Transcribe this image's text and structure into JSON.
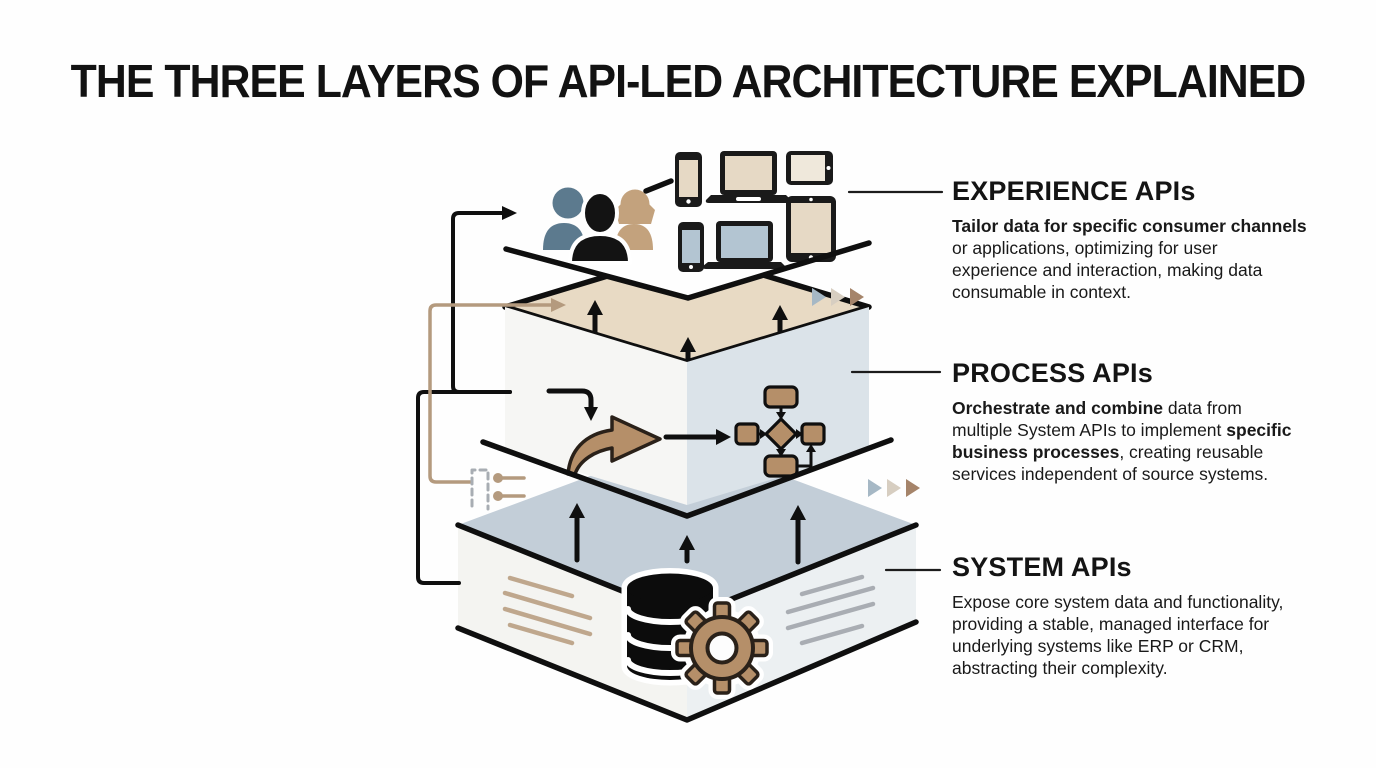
{
  "title": "THE THREE LAYERS OF API-LED ARCHITECTURE EXPLAINED",
  "layers": [
    {
      "id": "experience",
      "heading": "EXPERIENCE APIs",
      "body": [
        {
          "bold": true,
          "text": "Tailor data for specific consumer channels"
        },
        {
          "bold": false,
          "text": "\nor applications, optimizing for user\nexperience and interaction, making data\nconsumable in context."
        }
      ]
    },
    {
      "id": "process",
      "heading": "PROCESS APIs",
      "body": [
        {
          "bold": true,
          "text": "Orchestrate and combine"
        },
        {
          "bold": false,
          "text": " data from\nmultiple System APIs to implement "
        },
        {
          "bold": true,
          "text": "specific\nbusiness processes"
        },
        {
          "bold": false,
          "text": ", creating reusable\nservices independent of source systems."
        }
      ]
    },
    {
      "id": "system",
      "heading": "SYSTEM APIs",
      "body": [
        {
          "bold": false,
          "text": "Expose core system data and functionality,\nproviding a stable, managed interface for\nunderlying systems like ERP or CRM,\nabstracting their complexity."
        }
      ]
    }
  ],
  "icons": {
    "experience_layer": [
      "users-icon",
      "smartphone-icon",
      "laptop-icon",
      "tablet-icon"
    ],
    "process_layer": [
      "hook-arrow-icon",
      "swoosh-arrow-icon",
      "right-arrow-icon",
      "flowchart-icon"
    ],
    "system_layer": [
      "database-icon",
      "gear-icon"
    ]
  },
  "colors": {
    "ink": "#0f0f0f",
    "tanTop": "#e8dac4",
    "tanAccent": "#b58f69",
    "gearOutline": "#2a2119",
    "steelPerson": "#5c7a8e",
    "tanPerson": "#c3a27d",
    "faceWhite": "#f6f6f4",
    "faceBlue": "#dbe3e9",
    "systemTop": "#c3ced8",
    "sysFaceLeft": "#f4f4f1",
    "sysFaceRight": "#ecf0f2",
    "screenBeige": "#e6d9c5",
    "screenBlue": "#b3c5d2",
    "deviceDark": "#1a1a1a",
    "hashTan": "#bfa78d",
    "hashGray": "#a9adb3",
    "lineTan": "#b49a7e",
    "dashGray": "#a8adb3",
    "chevBlue": "#a6b8c5",
    "chevBeige": "#d7cec1",
    "chevBrown": "#a5846a"
  }
}
